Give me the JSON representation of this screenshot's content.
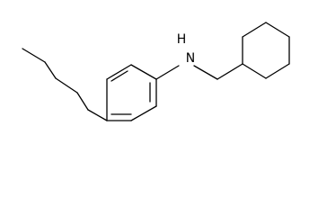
{
  "molecule": {
    "atom_labels": [
      {
        "id": "nh",
        "text": "H"
      },
      {
        "id": "n",
        "text": "N"
      }
    ],
    "colors": {
      "bond": "#000000",
      "text": "#000000",
      "background": "#ffffff"
    }
  }
}
